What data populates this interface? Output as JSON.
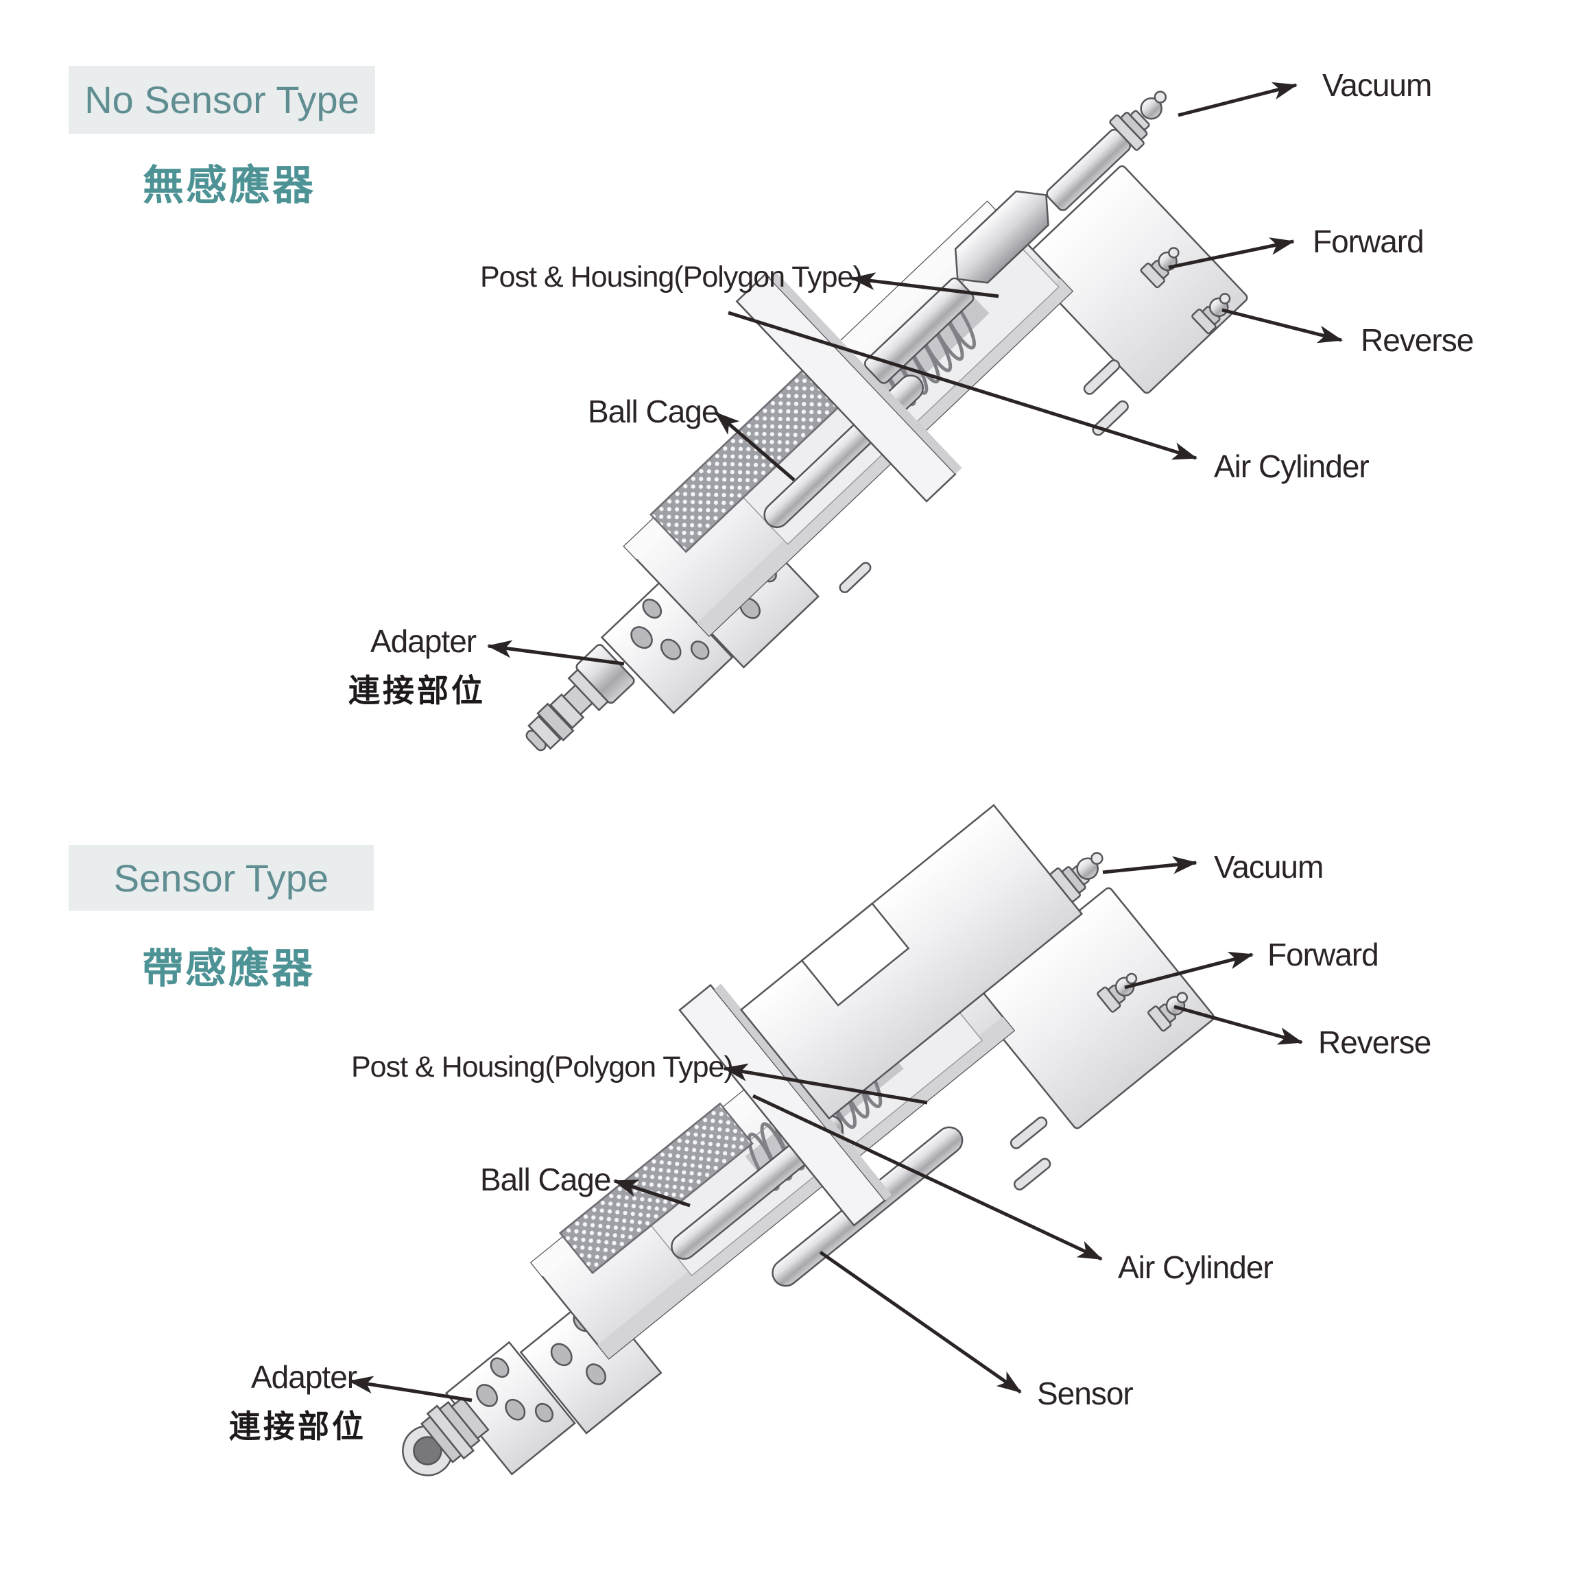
{
  "colors": {
    "accent_teal": "#5F9093",
    "subtitle_teal": "#4D9295",
    "badge_background": "#E9EDED",
    "label_text": "#231F20"
  },
  "sections": [
    {
      "badge": "No Sensor Type",
      "subtitle_zh": "無感應器",
      "labels": {
        "vacuum": "Vacuum",
        "forward": "Forward",
        "reverse": "Reverse",
        "post_housing": "Post & Housing(Polygon Type)",
        "ball_cage": "Ball Cage",
        "air_cylinder": "Air Cylinder",
        "adapter": "Adapter",
        "adapter_zh": "連接部位"
      }
    },
    {
      "badge": "Sensor Type",
      "subtitle_zh": "帶感應器",
      "labels": {
        "vacuum": "Vacuum",
        "forward": "Forward",
        "reverse": "Reverse",
        "post_housing": "Post & Housing(Polygon Type)",
        "ball_cage": "Ball Cage",
        "air_cylinder": "Air Cylinder",
        "sensor": "Sensor",
        "adapter": "Adapter",
        "adapter_zh": "連接部位"
      }
    }
  ]
}
